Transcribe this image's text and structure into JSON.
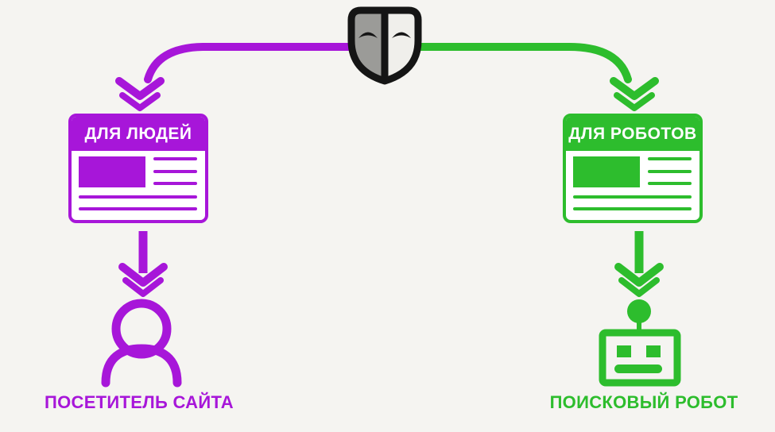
{
  "colors": {
    "purple": "#a716d9",
    "green": "#2dbd2d",
    "mask_dark": "#151515",
    "background": "#f5f4f1"
  },
  "mask": {
    "icon": "theater-mask-icon"
  },
  "left_branch": {
    "color": "#a716d9",
    "card_title": "ДЛЯ ЛЮДЕЙ",
    "target_label": "ПОСЕТИТЕЛЬ САЙТА",
    "target_icon": "person-icon",
    "arrow_icon": "double-chevron-down-arrow"
  },
  "right_branch": {
    "color": "#2dbd2d",
    "card_title": "ДЛЯ РОБОТОВ",
    "target_label": "ПОИСКОВЫЙ РОБОТ",
    "target_icon": "robot-icon",
    "arrow_icon": "double-chevron-down-arrow"
  }
}
